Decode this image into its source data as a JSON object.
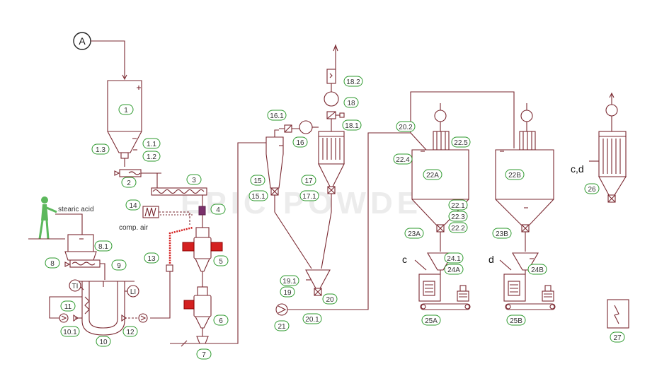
{
  "watermark": "EPIC POWDER",
  "inputs": {
    "a_marker": "A",
    "stearic_acid": "stearic acid",
    "comp_air": "comp. air"
  },
  "branch_labels": {
    "c": "c",
    "d": "d",
    "cd": "c,d"
  },
  "tags": {
    "t1": "1",
    "t1_1": "1.1",
    "t1_2": "1.2",
    "t1_3": "1.3",
    "t2": "2",
    "t3": "3",
    "t4": "4",
    "t5": "5",
    "t6": "6",
    "t7": "7",
    "t8": "8",
    "t8_1": "8.1",
    "t9": "9",
    "t10": "10",
    "t10_1": "10.1",
    "t11": "11",
    "t12": "12",
    "t13": "13",
    "t14": "14",
    "t15": "15",
    "t15_1": "15.1",
    "t16": "16",
    "t16_1": "16.1",
    "t17": "17",
    "t17_1": "17.1",
    "t18": "18",
    "t18_1": "18.1",
    "t18_2": "18.2",
    "t19": "19",
    "t19_1": "19.1",
    "t20": "20",
    "t20_1": "20.1",
    "t20_2": "20.2",
    "t21": "21",
    "t22_1": "22.1",
    "t22_2": "22.2",
    "t22_3": "22.3",
    "t22_4": "22.4",
    "t22_5": "22.5",
    "t22a": "22A",
    "t22b": "22B",
    "t23a": "23A",
    "t23b": "23B",
    "t24_1": "24.1",
    "t24a": "24A",
    "t24b": "24B",
    "t25a": "25A",
    "t25b": "25B",
    "t26": "26",
    "t27": "27"
  },
  "instruments": {
    "ti": "TI",
    "li": "LI"
  },
  "colors": {
    "line": "#7a2830",
    "tag_border": "#2e9a2e",
    "motor_red": "#d42020",
    "operator_green": "#5cb85c",
    "watermark": "#ececec"
  }
}
